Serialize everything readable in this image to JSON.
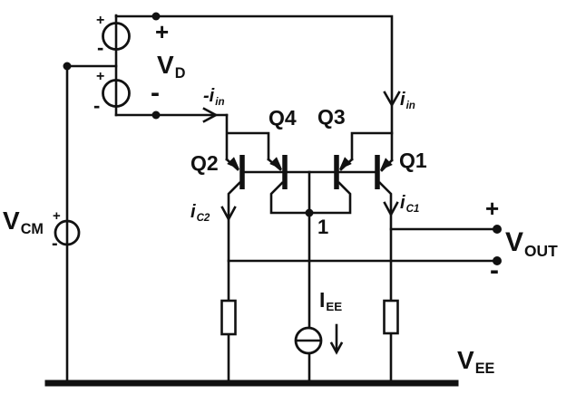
{
  "colors": {
    "ink": "#111111",
    "background": "#ffffff"
  },
  "labels": {
    "vd": {
      "main": "V",
      "sub": "D"
    },
    "vd_plus": "+",
    "vd_minus": "-",
    "src_top": {
      "plus": "+",
      "minus": "-"
    },
    "src_bot": {
      "plus": "+",
      "minus": "-"
    },
    "neg_iin": {
      "main": "-i",
      "sub": "in"
    },
    "iin": {
      "main": "i",
      "sub": "in"
    },
    "q1": "Q1",
    "q2": "Q2",
    "q3": "Q3",
    "q4": "Q4",
    "ic1": {
      "main": "i",
      "sub": "C1"
    },
    "ic2": {
      "main": "i",
      "sub": "C2"
    },
    "node1": "1",
    "iee": {
      "main": "I",
      "sub": "EE"
    },
    "vcm": {
      "main": "V",
      "sub": "CM"
    },
    "vcm_plus": "+",
    "vcm_minus": "-",
    "vout": {
      "main": "V",
      "sub": "OUT"
    },
    "vout_plus": "+",
    "vout_minus": "-",
    "vee": {
      "main": "V",
      "sub": "EE"
    }
  }
}
